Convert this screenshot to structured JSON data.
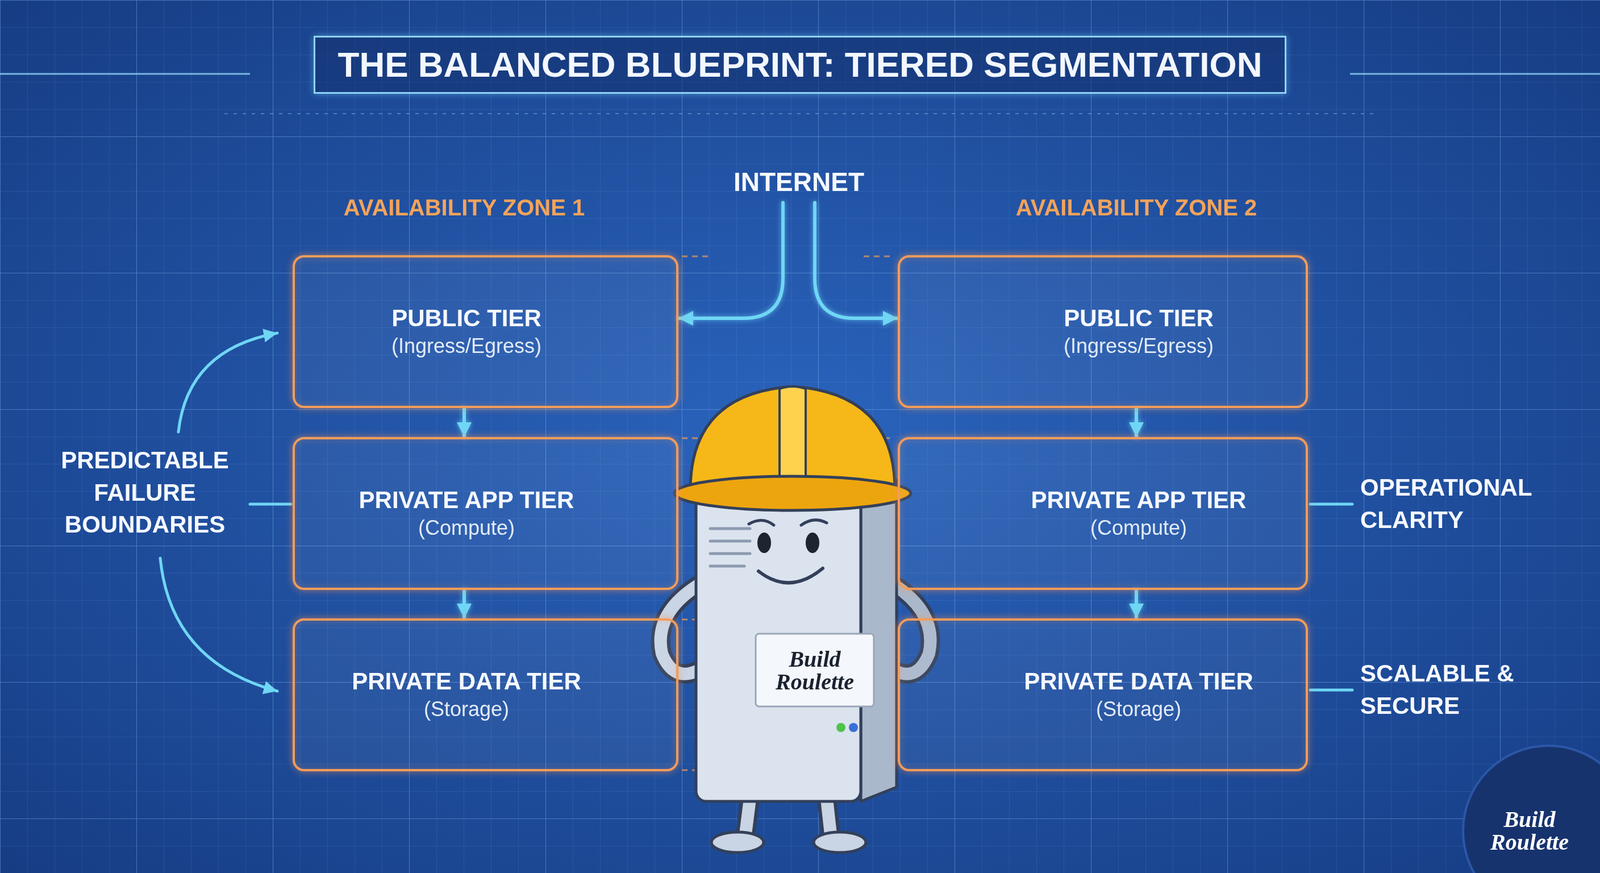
{
  "diagram": {
    "title": "THE BALANCED BLUEPRINT: TIERED SEGMENTATION",
    "nodes": [
      {
        "text": [
          "INTERNET"
        ]
      },
      {
        "text": [
          "PUBLIC TIER",
          "(Ingress/Egress)"
        ]
      },
      {
        "text": [
          "PRIVATE APP TIER",
          "(Compute)"
        ]
      },
      {
        "text": [
          "PRIVATE DATA TIER",
          "(Storage)"
        ]
      },
      {
        "text": [
          "PUBLIC TIER",
          "(Ingress/Egress)"
        ]
      },
      {
        "text": [
          "PRIVATE APP TIER",
          "(Compute)"
        ]
      },
      {
        "text": [
          "PRIVATE DATA TIER",
          "(Storage)"
        ]
      }
    ],
    "edges": [
      {
        "from": 0,
        "to": 1,
        "arrow": "to"
      },
      {
        "from": 0,
        "to": 4,
        "arrow": "to"
      },
      {
        "from": 1,
        "to": 2,
        "arrow": "to"
      },
      {
        "from": 2,
        "to": 3,
        "arrow": "to"
      },
      {
        "from": 4,
        "to": 5,
        "arrow": "to"
      },
      {
        "from": 5,
        "to": 6,
        "arrow": "to"
      }
    ],
    "labels": [
      "AVAILABILITY ZONE 1",
      "AVAILABILITY ZONE 2",
      "PREDICTABLE FAILURE BOUNDARIES",
      "OPERATIONAL CLARITY",
      "SCALABLE & SECURE",
      "Build Roulette",
      "Build Roulette"
    ]
  }
}
